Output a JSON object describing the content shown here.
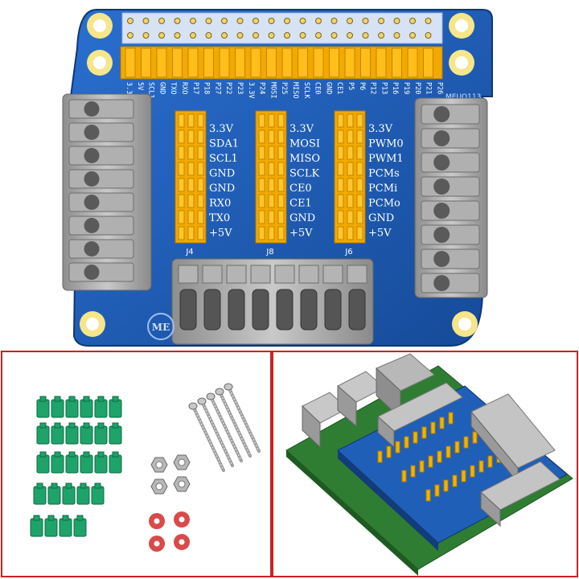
{
  "board": {
    "top_pin_labels": [
      "3.3V",
      "5V",
      "SCL1",
      "GND",
      "TXO",
      "RXO",
      "P17",
      "P18",
      "P27",
      "P22",
      "P23",
      "3.3V",
      "P24",
      "MOSI",
      "P25",
      "MISO",
      "SCLK",
      "CE0",
      "GND",
      "CE1",
      "P5",
      "P6",
      "P12",
      "P13",
      "P16",
      "P19",
      "P20",
      "P21",
      "P26"
    ],
    "model_text": "MEUO113",
    "logo_text": "ME",
    "header_groups": [
      {
        "name": "J4",
        "labels": [
          "3.3V",
          "SDA1",
          "SCL1",
          "GND",
          "GND",
          "RX0",
          "TX0",
          "+5V"
        ]
      },
      {
        "name": "J8",
        "labels": [
          "3.3V",
          "MOSI",
          "MISO",
          "SCLK",
          "CE0",
          "CE1",
          "GND",
          "+5V"
        ]
      },
      {
        "name": "J6",
        "labels": [
          "3.3V",
          "PWM0",
          "PWM1",
          "PCMs",
          "PCMi",
          "PCMo",
          "GND",
          "+5V"
        ]
      }
    ]
  },
  "colors": {
    "pcb": "#1f5fb8",
    "pcb_dark": "#123c7a",
    "header": "#f2a900",
    "terminal": "#9a9a9a",
    "frame": "#cc2222",
    "jumper": "#1ea36a"
  }
}
